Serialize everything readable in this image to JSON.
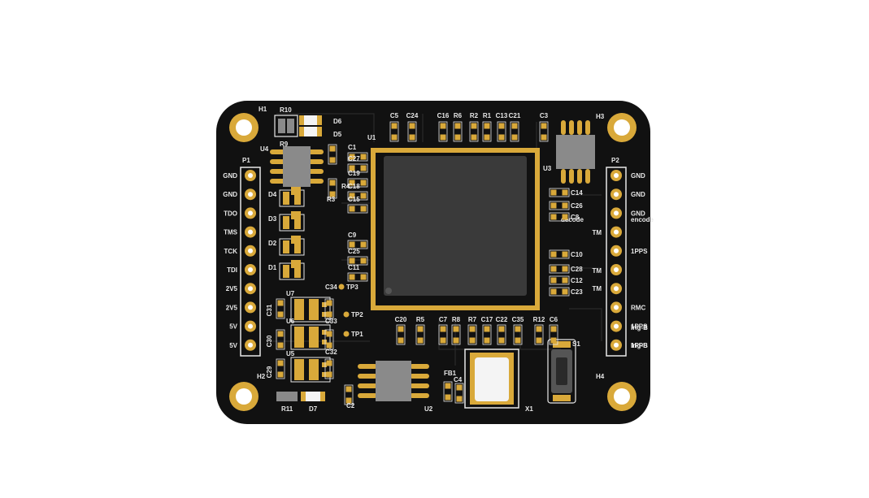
{
  "colors": {
    "board": "#111111",
    "gold": "#d9a93a",
    "silkscreen": "#e8e8e8",
    "chip": "#3a3a3a",
    "chip_body": "#8a8a8a",
    "led_white": "#f4f4f4"
  },
  "mounting_holes": [
    "H1",
    "H2",
    "H3",
    "H4"
  ],
  "connectors": {
    "p1": {
      "label": "P1",
      "pins": [
        "GND",
        "GND",
        "TDO",
        "TMS",
        "TCK",
        "TDI",
        "2V5",
        "2V5",
        "5V",
        "5V"
      ]
    },
    "p2": {
      "label": "P2",
      "pins": [
        "GND",
        "GND",
        "GND",
        "",
        "1PPS",
        "",
        "",
        "RMC",
        "1PPS",
        "1PPS"
      ],
      "side_labels": [
        "decode",
        "encode",
        "TM",
        "TM",
        "TM",
        "Irig-B",
        "Irig-B"
      ]
    }
  },
  "ics": {
    "u1": "U1",
    "u2": "U2",
    "u3": "U3",
    "u4": "U4",
    "u5": "U5",
    "u6": "U6",
    "u7": "U7"
  },
  "parts": {
    "top_row": [
      "C5",
      "C24",
      "C16",
      "R6",
      "R2",
      "R1",
      "C13",
      "C21",
      "C3"
    ],
    "left_caps": [
      "C1",
      "C27",
      "C19",
      "C18",
      "C15",
      "C9",
      "C25",
      "C11"
    ],
    "right_caps": [
      "C14",
      "C26",
      "C8",
      "C10",
      "C28",
      "C12",
      "C23"
    ],
    "bottom_row": [
      "C20",
      "R5",
      "C7",
      "R8",
      "R7",
      "C17",
      "C22",
      "C35",
      "R12",
      "C6"
    ],
    "diodes": [
      "D1",
      "D2",
      "D3",
      "D4",
      "D5",
      "D6",
      "D7"
    ],
    "resistors": [
      "R3",
      "R4",
      "R9",
      "R10",
      "R11"
    ],
    "regulator_caps": [
      "C29",
      "C30",
      "C31",
      "C32",
      "C33",
      "C34"
    ],
    "test_points": [
      "TP1",
      "TP2",
      "TP3"
    ],
    "misc": [
      "FB1",
      "C4",
      "C2",
      "X1",
      "S1"
    ]
  }
}
